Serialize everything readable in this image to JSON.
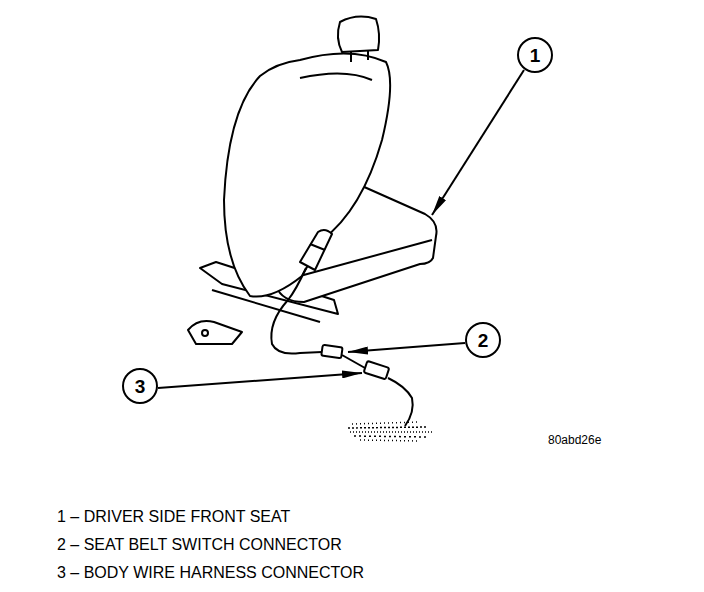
{
  "diagram": {
    "nodes": [
      {
        "text": [
          "1"
        ]
      },
      {
        "text": [
          "2"
        ]
      },
      {
        "text": [
          "3"
        ]
      }
    ],
    "labels": [
      "80abd26e",
      "1 – DRIVER SIDE FRONT SEAT",
      "2 – SEAT BELT SWITCH CONNECTOR",
      "3 – BODY WIRE HARNESS CONNECTOR"
    ]
  }
}
